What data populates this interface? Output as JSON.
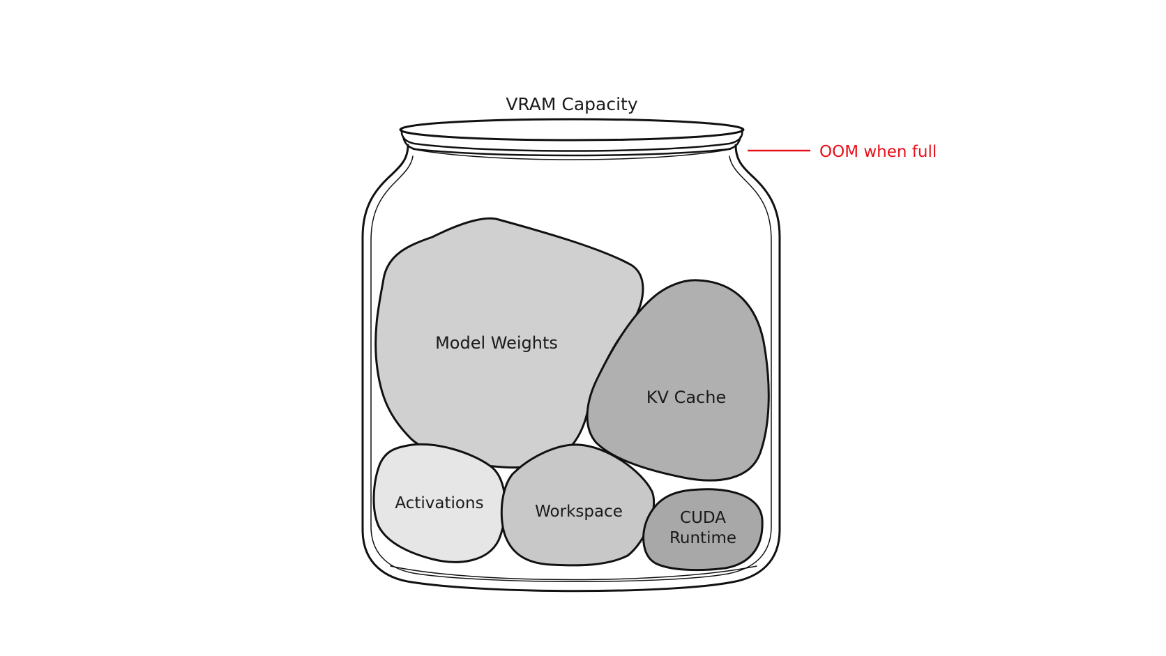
{
  "title": "VRAM Capacity",
  "callout": {
    "text": "OOM when full",
    "color": "#e8101a"
  },
  "components": [
    {
      "id": "model-weights",
      "label": "Model Weights",
      "fill": "#d0d0d0"
    },
    {
      "id": "kv-cache",
      "label": "KV Cache",
      "fill": "#b0b0b0"
    },
    {
      "id": "activations",
      "label": "Activations",
      "fill": "#e6e6e6"
    },
    {
      "id": "workspace",
      "label": "Workspace",
      "fill": "#c8c8c8"
    },
    {
      "id": "cuda-runtime",
      "label_line1": "CUDA",
      "label_line2": "Runtime",
      "fill": "#a8a8a8"
    }
  ]
}
